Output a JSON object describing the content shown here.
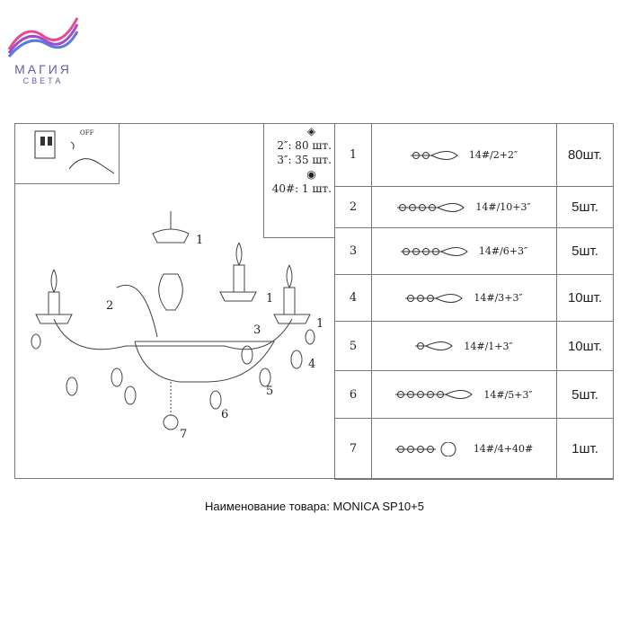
{
  "logo": {
    "line1": "МАГИЯ",
    "line2": "СВЕТА",
    "colors": [
      "#e84a8a",
      "#8a4ad0",
      "#4ab0e8"
    ]
  },
  "switch": {
    "off_label": "OFF"
  },
  "legend": {
    "lines": [
      "2″: 80 шт.",
      "3″: 35 шт.",
      "40#: 1 шт."
    ]
  },
  "parts": [
    {
      "num": "1",
      "code": "14#/2+2″",
      "qty": "80шт.",
      "beads": 2,
      "end": "drop"
    },
    {
      "num": "2",
      "code": "14#/10+3″",
      "qty": "5шт.",
      "beads": 4,
      "end": "drop"
    },
    {
      "num": "3",
      "code": "14#/6+3″",
      "qty": "5шт.",
      "beads": 4,
      "end": "drop"
    },
    {
      "num": "4",
      "code": "14#/3+3″",
      "qty": "10шт.",
      "beads": 3,
      "end": "drop"
    },
    {
      "num": "5",
      "code": "14#/1+3″",
      "qty": "10шт.",
      "beads": 1,
      "end": "drop"
    },
    {
      "num": "6",
      "code": "14#/5+3″",
      "qty": "5шт.",
      "beads": 5,
      "end": "drop"
    },
    {
      "num": "7",
      "code": "14#/4+40#",
      "qty": "1шт.",
      "beads": 4,
      "end": "ball"
    }
  ],
  "callouts": {
    "c1a": "1",
    "c1b": "1",
    "c1c": "1",
    "c2": "2",
    "c3": "3",
    "c4": "4",
    "c5": "5",
    "c6": "6",
    "c7": "7"
  },
  "caption": "Наименование товара: MONICA SP10+5"
}
